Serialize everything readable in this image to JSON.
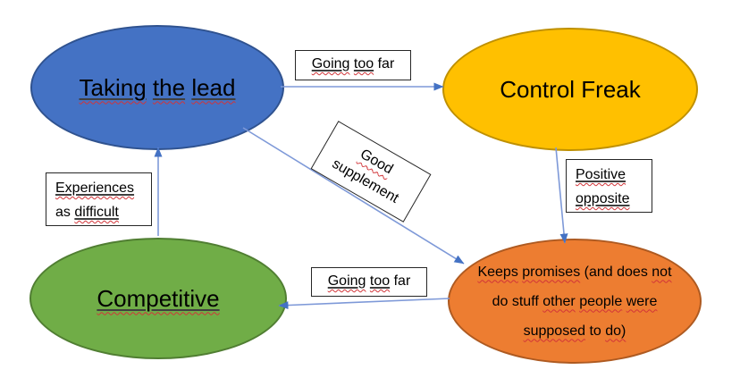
{
  "diagram": {
    "title": "Core qualities quadrant diagram",
    "colors": {
      "blue_fill": "#4472C4",
      "blue_border": "#2F528F",
      "gold_fill": "#FFC000",
      "gold_border": "#BF9000",
      "green_fill": "#70AD47",
      "green_border": "#507E32",
      "orange_fill": "#ED7D31",
      "orange_border": "#AE5A21",
      "connector": "#7E99D8",
      "arrowhead": "#4472C4",
      "squiggle": "#d13438"
    },
    "nodes": {
      "taking_the_lead": {
        "text": "Taking the lead",
        "lines": [
          [
            [
              "Taking",
              2
            ],
            [
              "the",
              2
            ],
            [
              "lead",
              2
            ]
          ]
        ]
      },
      "control_freak": {
        "text": "Control Freak",
        "lines": [
          [
            [
              "Control",
              0
            ],
            [
              "Freak",
              0
            ]
          ]
        ]
      },
      "competitive": {
        "text": "Competitive",
        "lines": [
          [
            [
              "Competitive",
              2
            ]
          ]
        ]
      },
      "keeps_promises": {
        "text": "Keeps promises (and does not do stuff other people were supposed to do)",
        "lines": [
          [
            [
              "Keeps",
              1
            ],
            [
              "promises",
              1
            ],
            [
              "(and",
              0
            ],
            [
              "does",
              0
            ],
            [
              "not",
              1
            ]
          ],
          [
            [
              "do",
              0
            ],
            [
              "stuff",
              0
            ],
            [
              "other",
              1
            ],
            [
              "people",
              1
            ],
            [
              "were",
              1
            ]
          ],
          [
            [
              "supposed",
              1
            ],
            [
              "to",
              0
            ],
            [
              "do)",
              1
            ]
          ]
        ]
      }
    },
    "edge_labels": {
      "going_too_far_top": {
        "text": "Going too far",
        "lines": [
          [
            [
              "Going",
              2
            ],
            [
              "too",
              2
            ],
            [
              "far",
              0
            ]
          ]
        ]
      },
      "positive_opposite": {
        "text": "Positive opposite",
        "lines": [
          [
            [
              "Positive",
              2
            ]
          ],
          [
            [
              "opposite",
              2
            ]
          ]
        ]
      },
      "experiences_as_difficult": {
        "text": "Experiences as difficult",
        "lines": [
          [
            [
              "Experiences",
              2
            ]
          ],
          [
            [
              "as",
              0
            ],
            [
              "difficult",
              2
            ]
          ]
        ]
      },
      "good_supplement": {
        "text": "Good supplement",
        "lines": [
          [
            [
              "Good",
              1
            ]
          ],
          [
            [
              "supplement",
              0
            ]
          ]
        ]
      },
      "going_too_far_bottom": {
        "text": "Going too far",
        "lines": [
          [
            [
              "Going",
              2
            ],
            [
              "too",
              2
            ],
            [
              "far",
              0
            ]
          ]
        ]
      }
    },
    "edges": [
      {
        "from": "Taking the lead",
        "to": "Control Freak",
        "label": "Going too far"
      },
      {
        "from": "Control Freak",
        "to": "Keeps promises (and does not do stuff other people were supposed to do)",
        "label": "Positive opposite"
      },
      {
        "from": "Keeps promises (and does not do stuff other people were supposed to do)",
        "to": "Competitive",
        "label": "Going too far"
      },
      {
        "from": "Competitive",
        "to": "Taking the lead",
        "label": "Experiences as difficult"
      },
      {
        "from": "Taking the lead",
        "to": "Keeps promises (and does not do stuff other people were supposed to do)",
        "label": "Good supplement"
      }
    ]
  }
}
